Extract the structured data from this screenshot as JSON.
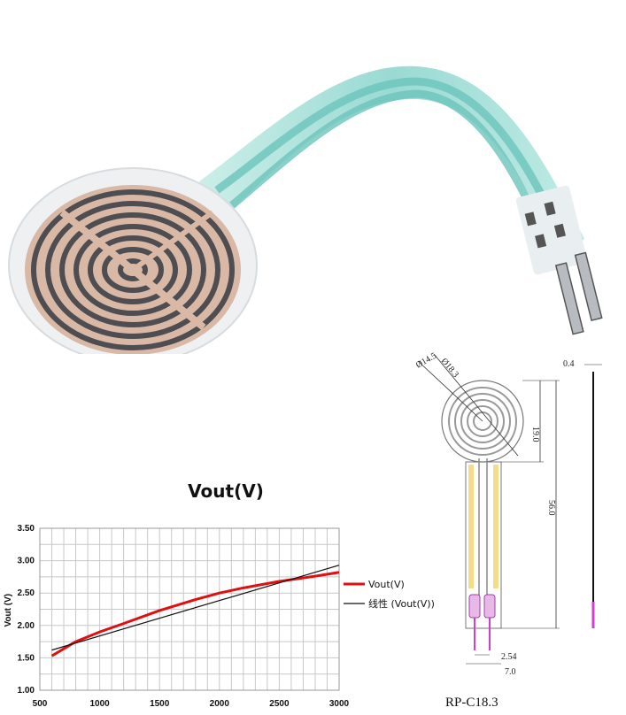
{
  "chart_data": {
    "type": "line",
    "title": "Vout(V)",
    "xlabel": "",
    "ylabel": "Vout (V)",
    "xlim": [
      500,
      3000
    ],
    "ylim": [
      1.0,
      3.5
    ],
    "x_ticks": [
      "500",
      "1000",
      "1500",
      "2000",
      "2500",
      "3000"
    ],
    "y_ticks": [
      "1.00",
      "1.50",
      "2.00",
      "2.50",
      "3.00",
      "3.50"
    ],
    "grid": true,
    "legend_position": "right",
    "series": [
      {
        "name": "Vout(V)",
        "color": "#e01010",
        "x": [
          600,
          800,
          1000,
          1200,
          1500,
          1800,
          2000,
          2200,
          2500,
          2800,
          3000
        ],
        "y": [
          1.53,
          1.75,
          1.9,
          2.03,
          2.23,
          2.4,
          2.5,
          2.58,
          2.68,
          2.76,
          2.82
        ]
      },
      {
        "name": "线性 (Vout(V))",
        "color": "#111111",
        "x": [
          600,
          3000
        ],
        "y": [
          1.62,
          2.93
        ]
      }
    ]
  },
  "drawing": {
    "dim_outer_diameter": "Ø18.3",
    "dim_inner_diameter": "Ø14.5",
    "dim_thickness": "0.4",
    "dim_head_height": "19.0",
    "dim_total_length": "56.0",
    "dim_pin_pitch": "2.54",
    "dim_tail_width": "7.0",
    "model": "RP-C18.3"
  }
}
